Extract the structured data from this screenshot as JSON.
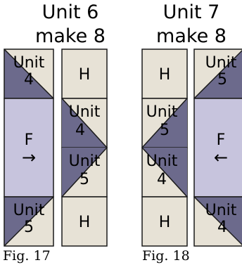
{
  "colors": {
    "light": "#e7e2d6",
    "dark": "#6c6a8c",
    "lavender": "#c7c4dd",
    "stroke": "#1a1a1a"
  },
  "figure_17": {
    "title_line1": "Unit 6",
    "title_line2": "make 8",
    "caption": "Fig. 17",
    "left_column": {
      "top": {
        "word": "Unit",
        "number": "4"
      },
      "center": {
        "letter": "F",
        "arrow": "→"
      },
      "bottom": {
        "word": "Unit",
        "number": "5"
      }
    },
    "right_column": {
      "top": {
        "letter": "H"
      },
      "mid_upper": {
        "word": "Unit",
        "number": "4"
      },
      "mid_lower": {
        "word": "Unit",
        "number": "5"
      },
      "bottom": {
        "letter": "H"
      }
    }
  },
  "figure_18": {
    "title_line1": "Unit 7",
    "title_line2": "make 8",
    "caption": "Fig. 18",
    "left_column": {
      "top": {
        "letter": "H"
      },
      "mid_upper": {
        "word": "Unit",
        "number": "5"
      },
      "mid_lower": {
        "word": "Unit",
        "number": "4"
      },
      "bottom": {
        "letter": "H"
      }
    },
    "right_column": {
      "top": {
        "word": "Unit",
        "number": "5"
      },
      "center": {
        "letter": "F",
        "arrow": "←"
      },
      "bottom": {
        "word": "Unit",
        "number": "4"
      }
    }
  }
}
